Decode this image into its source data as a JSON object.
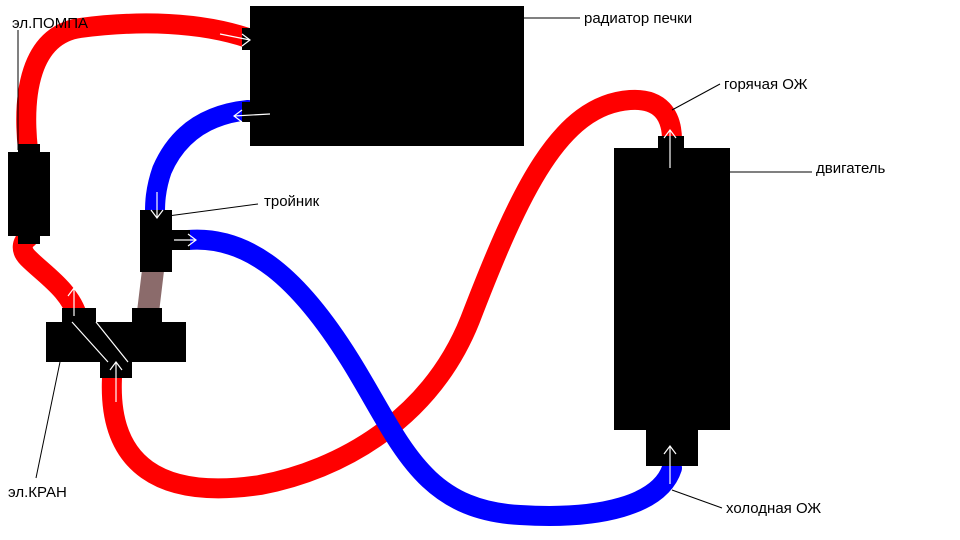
{
  "labels": {
    "pump": "эл.ПОМПА",
    "heater_core": "радиатор печки",
    "hot_coolant": "горячая ОЖ",
    "engine": "двигатель",
    "tee": "тройник",
    "valve": "эл.КРАН",
    "cold_coolant": "холодная ОЖ"
  },
  "colors": {
    "hot_hose": "#ff0000",
    "cold_hose": "#0000ff",
    "bypass_hose": "#8b6b6b",
    "component": "#000000",
    "flow_arrow": "#ffffff"
  }
}
